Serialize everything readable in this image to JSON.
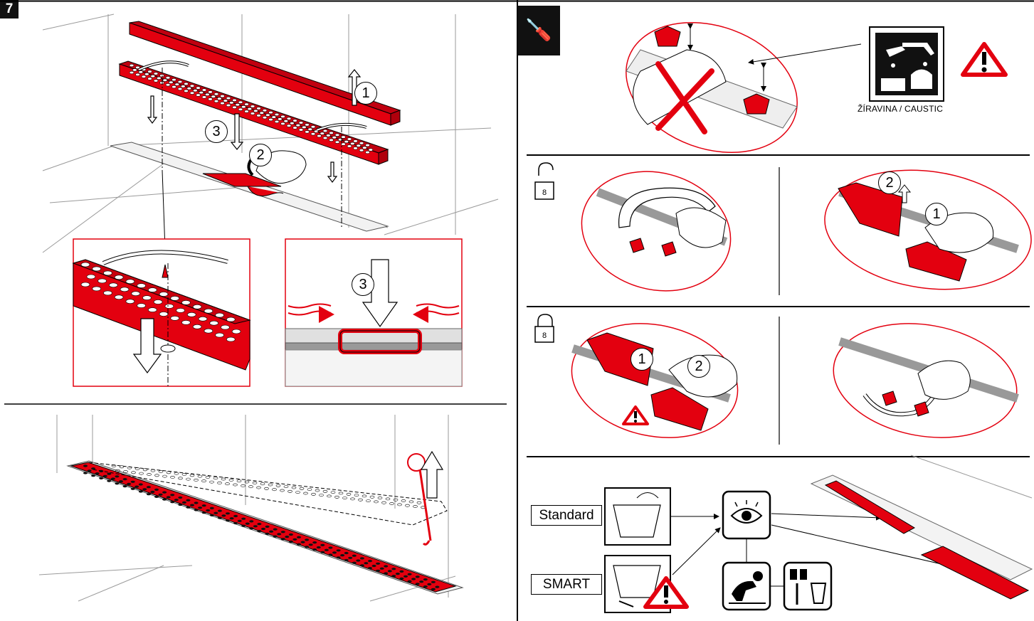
{
  "step": {
    "number": "7"
  },
  "tools_badge": {
    "icon": "screwdriver-worker-icon"
  },
  "caustic": {
    "label": "ŽÍRAVINA / CAUSTIC"
  },
  "labels": {
    "standard": "Standard",
    "smart": "SMART"
  },
  "callouts": {
    "one": "1",
    "two": "2",
    "three": "3"
  },
  "colors": {
    "accent": "#e3000f",
    "line": "#000000",
    "guide": "#9a9a9a"
  },
  "icons": {
    "unlock": "padlock-open-icon",
    "lock": "padlock-closed-icon",
    "warning": "warning-triangle-icon",
    "eye": "eye-icon",
    "cleaning": "cleaning-person-icon",
    "gloves_bucket": "gloves-bucket-icon",
    "caustic": "caustic-hazard-icon"
  }
}
